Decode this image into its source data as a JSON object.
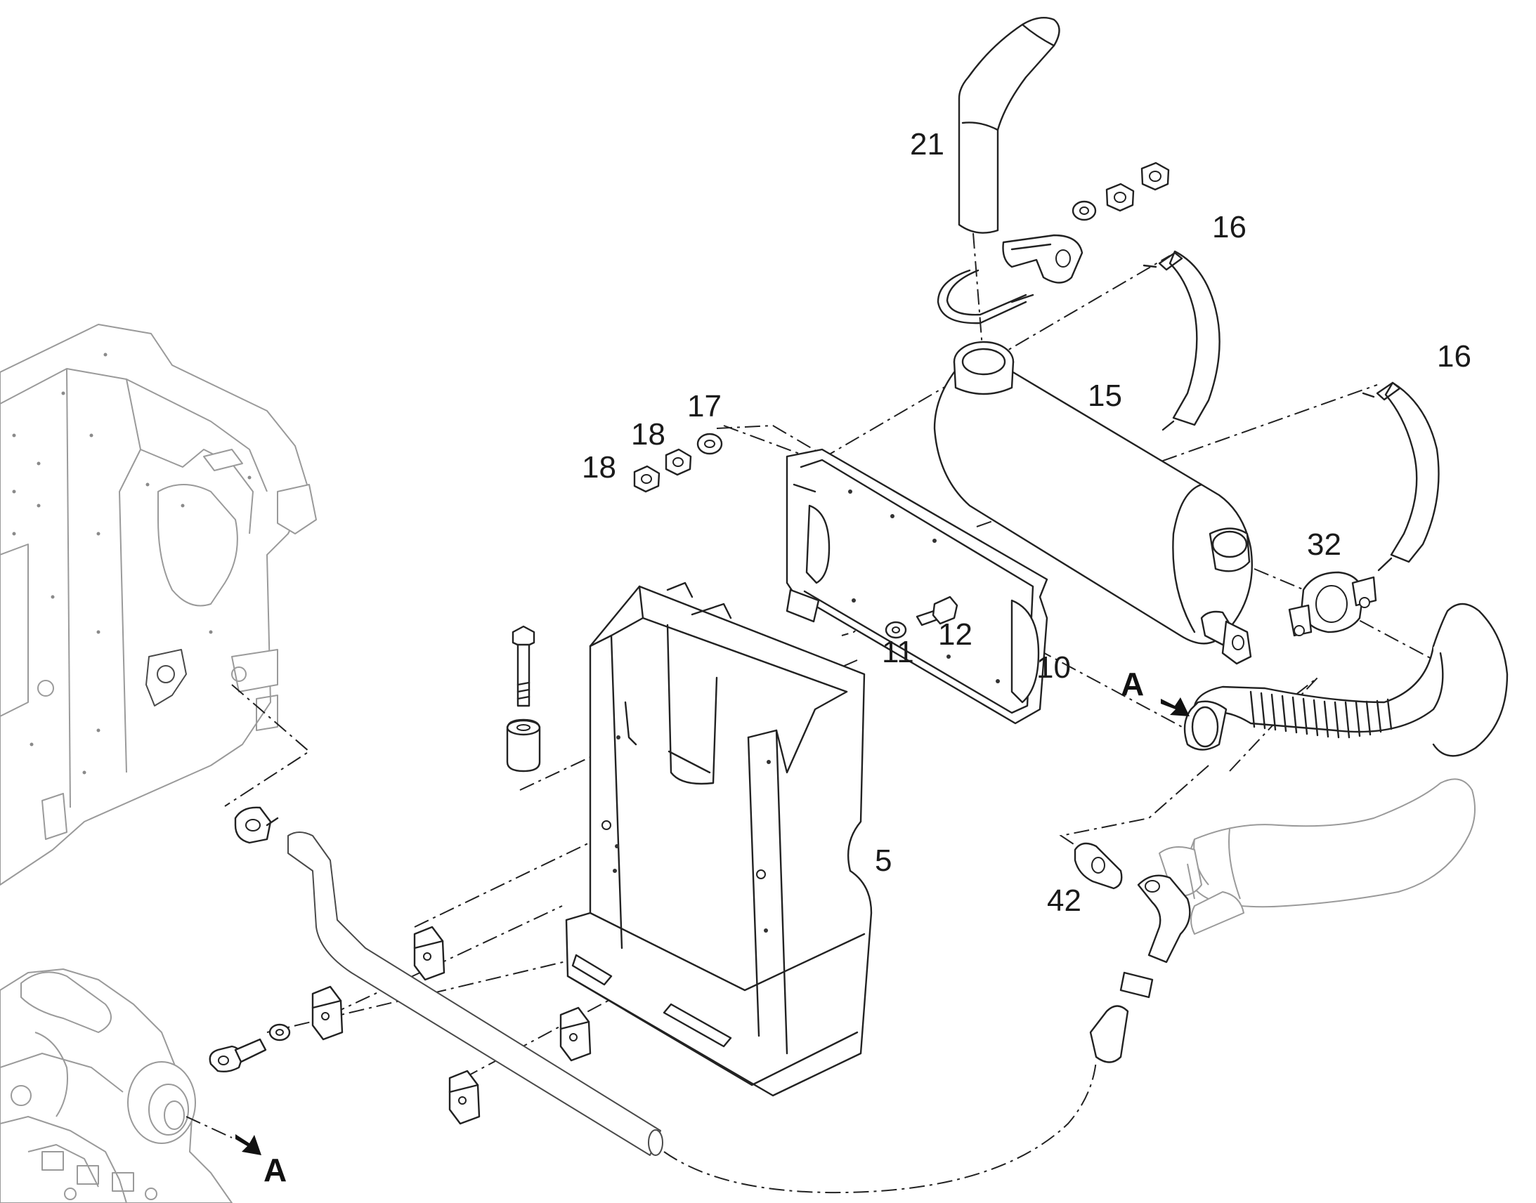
{
  "callouts": {
    "c21": "21",
    "c16a": "16",
    "c16b": "16",
    "c15": "15",
    "c17": "17",
    "c18a": "18",
    "c18b": "18",
    "c32": "32",
    "c12": "12",
    "c11": "11",
    "c10": "10",
    "c5": "5",
    "c42": "42"
  },
  "view_markers": {
    "a_right": "A",
    "a_bottom": "A"
  }
}
